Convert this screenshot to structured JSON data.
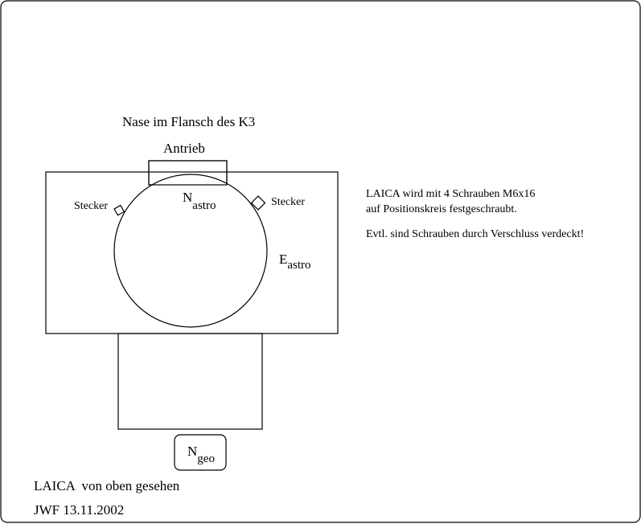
{
  "title": "Nase im Flansch des K3",
  "drive_label": "Antrieb",
  "plug_left_label": "Stecker",
  "plug_right_label": "Stecker",
  "north_astro": {
    "main": "N",
    "sub": "astro"
  },
  "east_astro": {
    "main": "E",
    "sub": "astro"
  },
  "north_geo": {
    "main": "N",
    "sub": "geo"
  },
  "note_line_1": "LAICA wird mit 4 Schrauben M6x16",
  "note_line_2": "auf Positionskreis festgeschraubt.",
  "note_line_3": "Evtl. sind Schrauben durch Verschluss verdeckt!",
  "caption": "LAICA  von oben gesehen",
  "author_date": "JWF 13.11.2002"
}
